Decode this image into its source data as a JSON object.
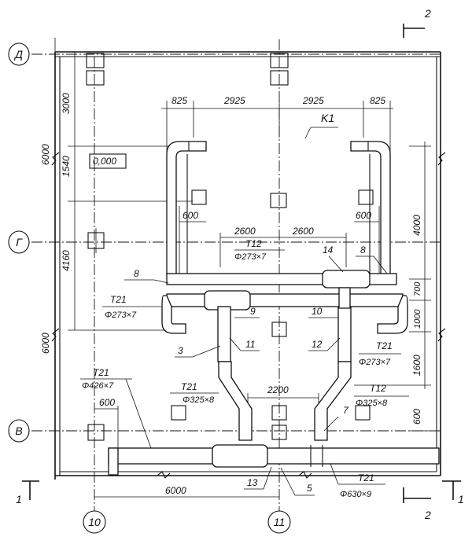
{
  "axes": {
    "row_d": "Д",
    "row_g": "Г",
    "row_v": "В",
    "col_10": "10",
    "col_11": "11"
  },
  "sections": {
    "cut_top": "2",
    "cut_bottom_right": "2",
    "cut_left": "1",
    "cut_right": "1"
  },
  "dimensions": {
    "top_825_left": "825",
    "top_2925_left": "2925",
    "top_2925_right": "2925",
    "top_825_right": "825",
    "left_6000_top": "6000",
    "left_3000": "3000",
    "left_1540": "1540",
    "left_4160": "4160",
    "left_6000_bottom": "6000",
    "inner_600_left": "600",
    "inner_600_right": "600",
    "span_2600_left": "2600",
    "span_2600_right": "2600",
    "right_4000": "4000",
    "right_700": "700",
    "right_1000": "1000",
    "right_1600": "1600",
    "right_600": "600",
    "span_2200": "2200",
    "bottom_6000": "6000",
    "bottom_600": "600"
  },
  "labels": {
    "k1": "K1",
    "elevation": "0,000",
    "t12_top": "T12",
    "t12_top_size": "Φ273×7",
    "t21_left": "T21",
    "t21_left_size": "Φ273×7",
    "t21_right": "T21",
    "t21_right_size": "Φ273×7",
    "t21_lower": "T21",
    "t21_lower_size": "Φ426×7",
    "t21_mid": "T21",
    "t21_mid_size": "Φ325×8",
    "t12_right": "T12",
    "t12_right_size": "Φ325×8",
    "t21_bottom": "T21",
    "t21_bottom_size": "Φ630×9"
  },
  "callouts": {
    "n3": "3",
    "n5": "5",
    "n7": "7",
    "n8_left": "8",
    "n8_right": "8",
    "n9": "9",
    "n10": "10",
    "n11": "11",
    "n12": "12",
    "n13": "13",
    "n14": "14"
  }
}
